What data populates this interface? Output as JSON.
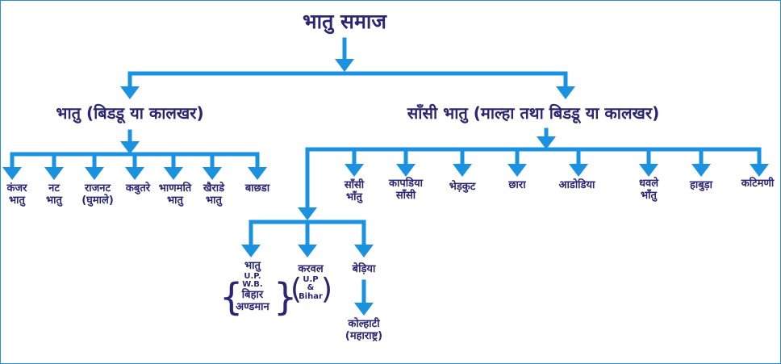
{
  "colors": {
    "line": "#1b92df",
    "text": "#2b2672"
  },
  "root": "भातु समाज",
  "left_branch": {
    "title": "भातु (बिडडू या कालखर)",
    "children": [
      [
        "कंजर",
        "भातु"
      ],
      [
        "नट",
        "भातु"
      ],
      [
        "राजनट",
        "(घुमाले)"
      ],
      [
        "कबुतरे"
      ],
      [
        "भाणमति",
        "भातु"
      ],
      [
        "खैराडे",
        "भातु"
      ],
      [
        "बाछडा"
      ]
    ]
  },
  "right_branch": {
    "title": "साँसी भातु (माल्हा तथा बिडडू या कालखर)",
    "children": [
      [
        "साँसी",
        "भाँतु"
      ],
      [
        "कापडिया",
        "साँसी"
      ],
      [
        "भेड़कुट"
      ],
      [
        "छारा"
      ],
      [
        "आडोडिया"
      ],
      [
        "धवले",
        "भाँतु"
      ],
      [
        "हाबुड़ा"
      ],
      [
        "कटिमणी"
      ]
    ]
  },
  "sub_branch": {
    "bhatu": {
      "label": "भातु",
      "regions": [
        "U.P.",
        "W.B."
      ],
      "more": [
        "बिहार",
        "अण्डमान"
      ]
    },
    "karwal": {
      "label": "करवल",
      "regions": [
        "U.P",
        "&",
        "Bihar"
      ]
    },
    "bediya": {
      "label": "बेड़िया"
    },
    "kolhati": {
      "label": "कोल्हाटी",
      "sub": "(महाराष्ट्र)"
    }
  }
}
